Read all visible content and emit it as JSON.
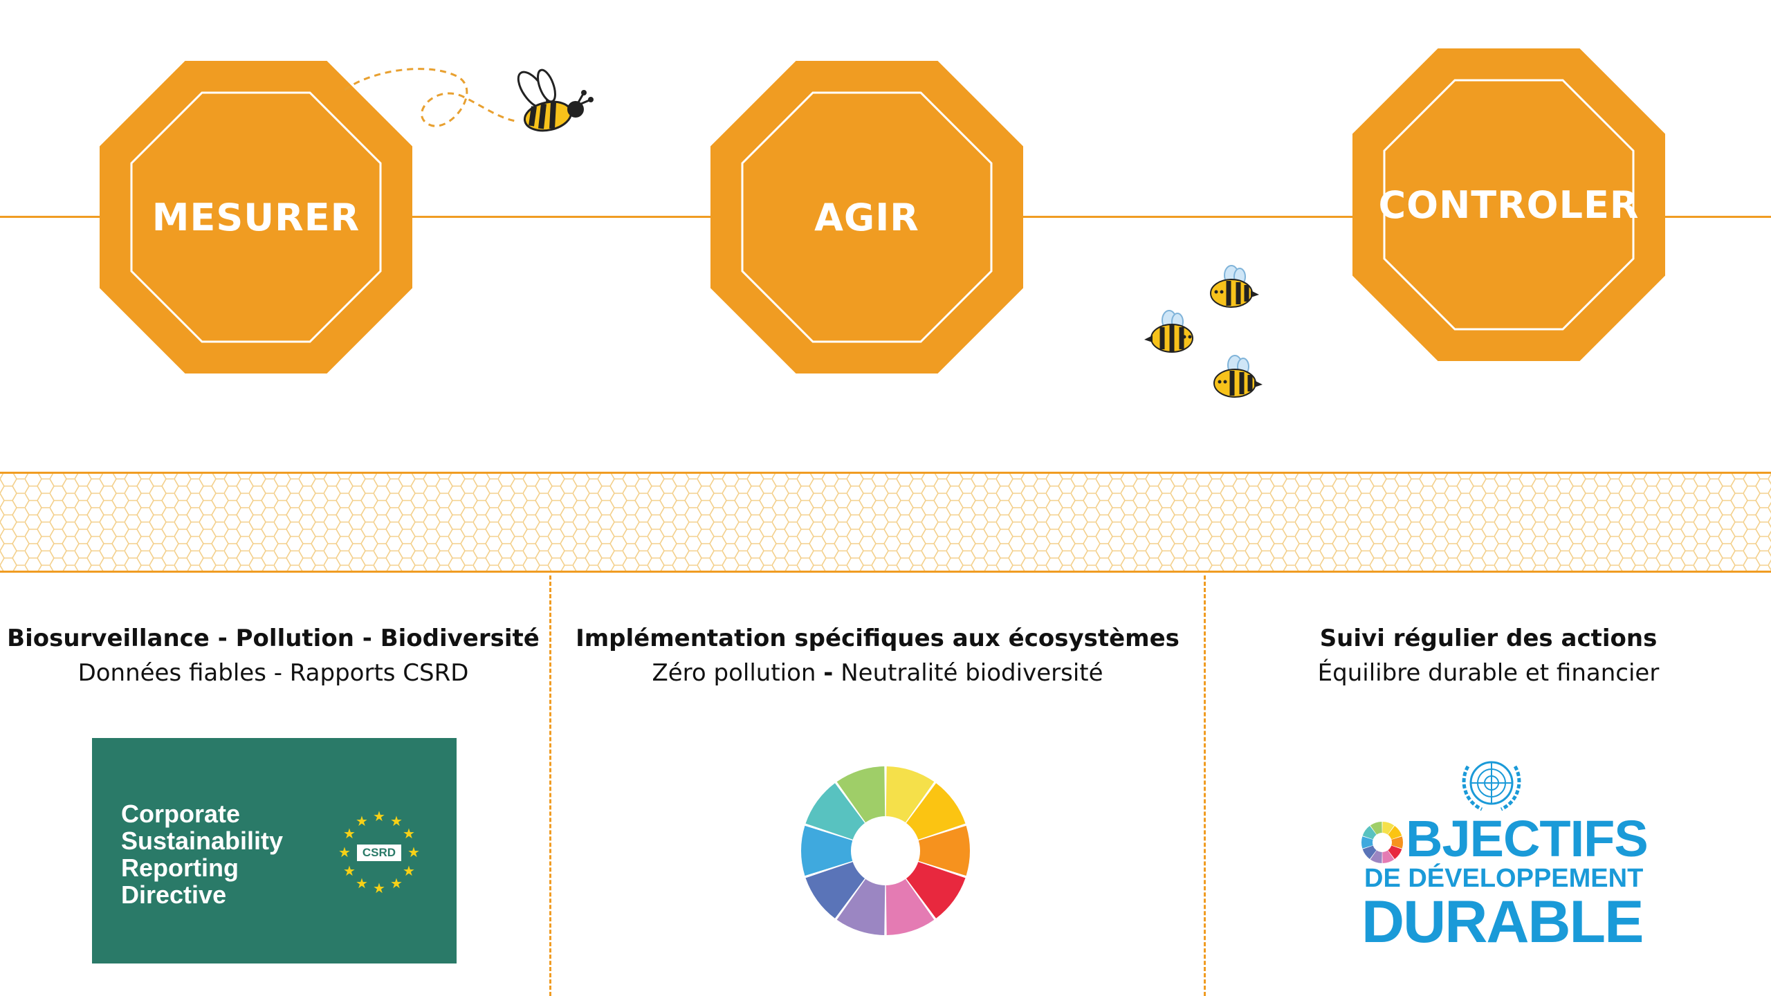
{
  "steps": [
    {
      "label": "MESURER"
    },
    {
      "label": "AGIR"
    },
    {
      "label": "CONTROLER"
    }
  ],
  "columns": [
    {
      "title": "Biosurveillance - Pollution - Biodiversité",
      "subtitle": "Données fiables - Rapports CSRD"
    },
    {
      "title": "Implémentation spécifiques aux écosystèmes",
      "subtitle_a": "Zéro pollution",
      "subtitle_sep": "-",
      "subtitle_b": "Neutralité biodiversité"
    },
    {
      "title": "Suivi régulier des actions",
      "subtitle": "Équilibre durable et financier"
    }
  ],
  "csrd_logo": {
    "lines": [
      "Corporate",
      "Sustainability",
      "Reporting",
      "Directive"
    ],
    "badge": "CSRD"
  },
  "sdg_logo": {
    "title_rest": "BJECTIFS",
    "line2": "DE DÉVELOPPEMENT",
    "line3": "DURABLE"
  },
  "colors": {
    "accent_orange": "#f09c22",
    "csrd_green": "#2a7a68",
    "sdg_blue": "#1a9ad8",
    "wheel": [
      "#f5e04a",
      "#fbc412",
      "#f6921e",
      "#e8283e",
      "#e47bb3",
      "#9b86c2",
      "#5a74b8",
      "#3fa9de",
      "#58c2c0",
      "#9fce68"
    ]
  },
  "icons": [
    "bee-icon",
    "honeycomb-pattern",
    "eu-stars-icon",
    "un-emblem-icon",
    "sdg-wheel-icon"
  ]
}
